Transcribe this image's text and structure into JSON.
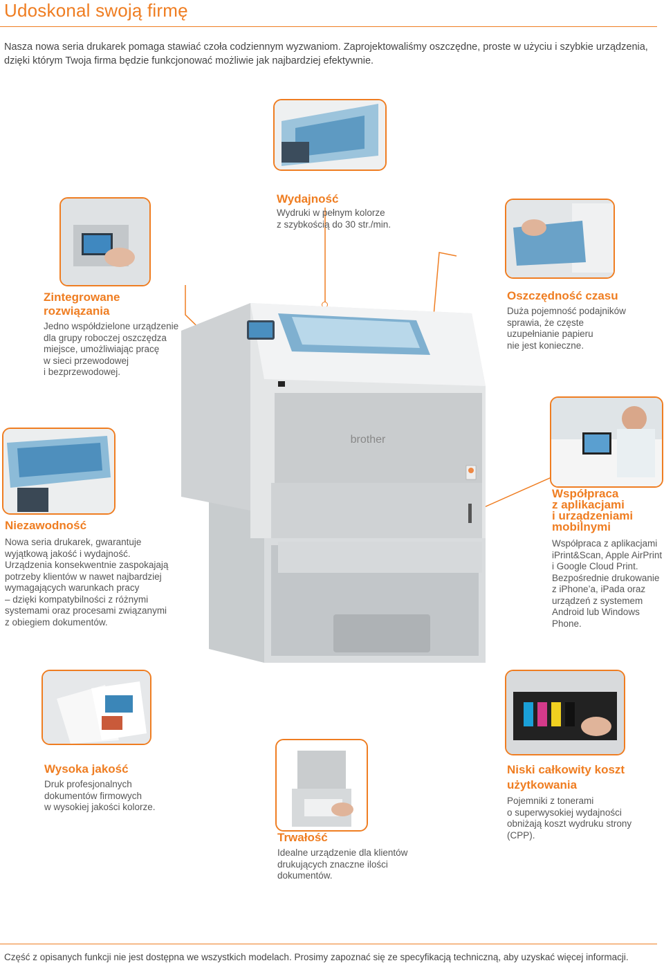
{
  "title": "Udoskonal swoją firmę",
  "intro": "Nasza nowa seria drukarek pomaga stawiać czoła codziennym wyzwaniom. Zaprojektowaliśmy oszczędne, proste w użyciu i szybkie urządzenia, dzięki którym Twoja firma będzie funkcjonować możliwie jak najbardziej efektywnie.",
  "colors": {
    "accent": "#ef7d21",
    "text": "#555555"
  },
  "features": {
    "wydajnosc": {
      "heading": "Wydajność",
      "text": [
        "Wydruki w pełnym kolorze",
        "z szybkością do 30 str./min."
      ]
    },
    "zintegrowane": {
      "heading": [
        "Zintegrowane",
        "rozwiązania"
      ],
      "text": [
        "Jedno współdzielone urządzenie",
        "dla grupy roboczej oszczędza",
        "miejsce, umożliwiając pracę",
        "w sieci przewodowej",
        "i bezprzewodowej."
      ]
    },
    "oszczednosc": {
      "heading": "Oszczędność czasu",
      "text": [
        "Duża pojemność podajników",
        "sprawia, że częste",
        "uzupełnianie papieru",
        "nie jest konieczne."
      ]
    },
    "niezawodnosc": {
      "heading": "Niezawodność",
      "text": [
        "Nowa seria drukarek, gwarantuje",
        "wyjątkową jakość i wydajność.",
        "Urządzenia konsekwentnie zaspokajają",
        "potrzeby klientów w nawet najbardziej",
        "wymagających warunkach pracy",
        "– dzięki kompatybilności z różnymi",
        "systemami oraz procesami związanymi",
        "z obiegiem dokumentów."
      ]
    },
    "wspolpraca": {
      "heading": [
        "Współpraca",
        "z aplikacjami",
        "i urządzeniami",
        "mobilnymi"
      ],
      "text": [
        "Współpraca z aplikacjami",
        "iPrint&Scan, Apple AirPrint",
        "i Google Cloud Print.",
        "Bezpośrednie drukowanie",
        "z iPhone’a, iPada oraz",
        "urządzeń z systemem",
        "Android lub Windows",
        "Phone."
      ]
    },
    "jakosc": {
      "heading": "Wysoka jakość",
      "text": [
        "Druk profesjonalnych",
        "dokumentów firmowych",
        "w wysokiej jakości kolorze."
      ]
    },
    "trwalosc": {
      "heading": "Trwałość",
      "text": [
        "Idealne urządzenie dla klientów",
        "drukujących znaczne ilości",
        "dokumentów."
      ]
    },
    "koszt": {
      "heading": [
        "Niski całkowity koszt",
        "użytkowania"
      ],
      "text": [
        "Pojemniki z tonerami",
        "o superwysokiej wydajności",
        "obniżają koszt wydruku strony",
        "(CPP)."
      ]
    }
  },
  "printer_brand": "brother",
  "footer": "Część z opisanych funkcji nie jest dostępna we wszystkich modelach. Prosimy zapoznać się ze specyfikacją techniczną, aby uzyskać więcej informacji."
}
